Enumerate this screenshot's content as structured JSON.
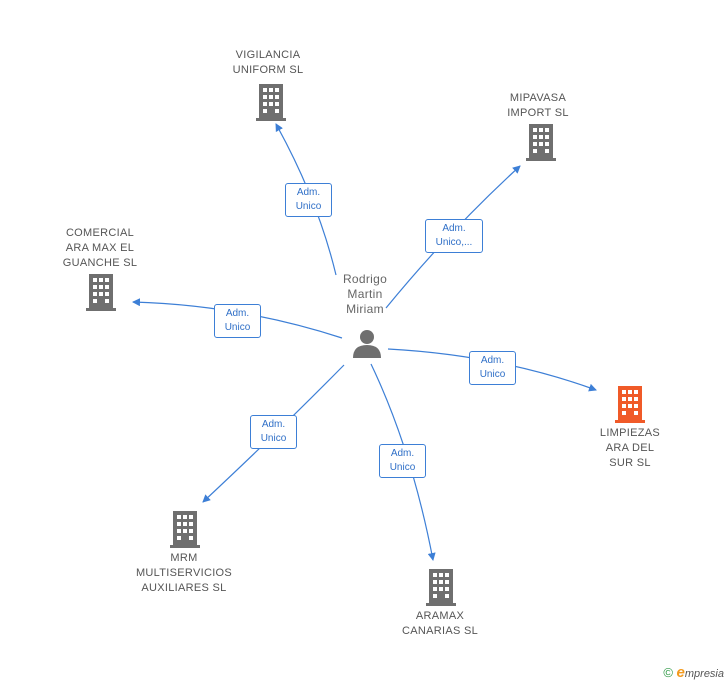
{
  "center": {
    "label": "Rodrigo\nMartin\nMiriam",
    "icon": "person-icon"
  },
  "companies": [
    {
      "id": "vigilancia",
      "label": "VIGILANCIA\nUNIFORM SL",
      "color": "#6f6f6f"
    },
    {
      "id": "mipavasa",
      "label": "MIPAVASA\nIMPORT SL",
      "color": "#6f6f6f"
    },
    {
      "id": "comercial",
      "label": "COMERCIAL\nARA MAX EL\nGUANCHE SL",
      "color": "#6f6f6f"
    },
    {
      "id": "limpiezas",
      "label": "LIMPIEZAS\nARA DEL\nSUR SL",
      "color": "#f05a28"
    },
    {
      "id": "mrm",
      "label": "MRM\nMULTISERVICIOS\nAUXILIARES SL",
      "color": "#6f6f6f"
    },
    {
      "id": "aramax",
      "label": "ARAMAX\nCANARIAS SL",
      "color": "#6f6f6f"
    }
  ],
  "relations": [
    {
      "to": "vigilancia",
      "label": "Adm.\nUnico"
    },
    {
      "to": "mipavasa",
      "label": "Adm.\nUnico,..."
    },
    {
      "to": "comercial",
      "label": "Adm.\nUnico"
    },
    {
      "to": "limpiezas",
      "label": "Adm.\nUnico"
    },
    {
      "to": "mrm",
      "label": "Adm.\nUnico"
    },
    {
      "to": "aramax",
      "label": "Adm.\nUnico"
    }
  ],
  "colors": {
    "edge": "#3d7fd6",
    "building": "#6f6f6f",
    "highlight": "#f05a28",
    "person": "#6f6f6f"
  },
  "footer": {
    "copyright": "©",
    "brand_initial": "e",
    "brand_rest": "mpresia"
  }
}
